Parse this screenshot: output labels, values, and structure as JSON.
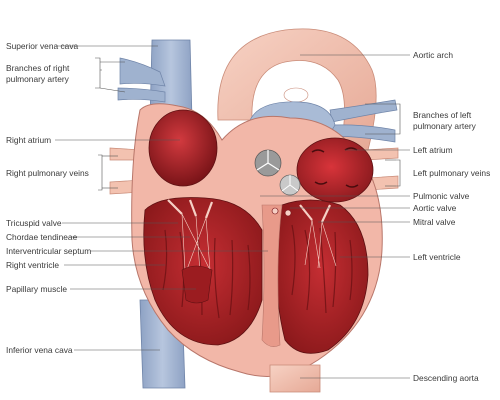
{
  "labels": {
    "superior_vena_cava": "Superior vena cava",
    "branches_right_pulmonary_artery": [
      "Branches of right",
      "pulmonary artery"
    ],
    "right_atrium": "Right atrium",
    "right_pulmonary_veins": "Right pulmonary veins",
    "tricuspid_valve": "Tricuspid valve",
    "chordae_tendineae": "Chordae tendineae",
    "interventricular_septum": "Interventricular septum",
    "right_ventricle": "Right ventricle",
    "papillary_muscle": "Papillary muscle",
    "inferior_vena_cava": "Inferior vena cava",
    "aortic_arch": "Aortic arch",
    "branches_left_pulmonary_artery": [
      "Branches of left",
      "pulmonary artery"
    ],
    "left_atrium": "Left atrium",
    "left_pulmonary_veins": "Left pulmonary veins",
    "pulmonic_valve": "Pulmonic valve",
    "aortic_valve": "Aortic valve",
    "mitral_valve": "Mitral valve",
    "left_ventricle": "Left ventricle",
    "descending_aorta": "Descending aorta"
  },
  "colors": {
    "vein_blue": "#9fb2cf",
    "vein_blue_dark": "#7f93b5",
    "artery_pink": "#f3c2b0",
    "muscle_red": "#b3262c",
    "muscle_dark": "#7a1418",
    "wall_pink": "#f2b7a8",
    "leader": "#555555"
  }
}
